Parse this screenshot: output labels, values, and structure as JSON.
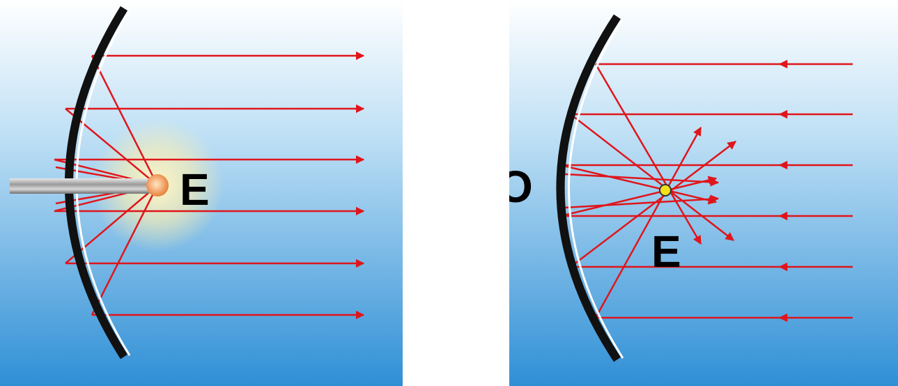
{
  "diagrams": {
    "left": {
      "focus_label": "E"
    },
    "right": {
      "vertex_label": "O",
      "focus_label": "E"
    }
  },
  "colors": {
    "ray": "#e0151b",
    "mirror": "#111111",
    "mirror_highlight": "#ffffff",
    "background_top": "#ffffff",
    "background_bottom": "#2f8fd6",
    "focus_dot": "#f3e21a",
    "lamp_glow": "#fff3b0"
  }
}
